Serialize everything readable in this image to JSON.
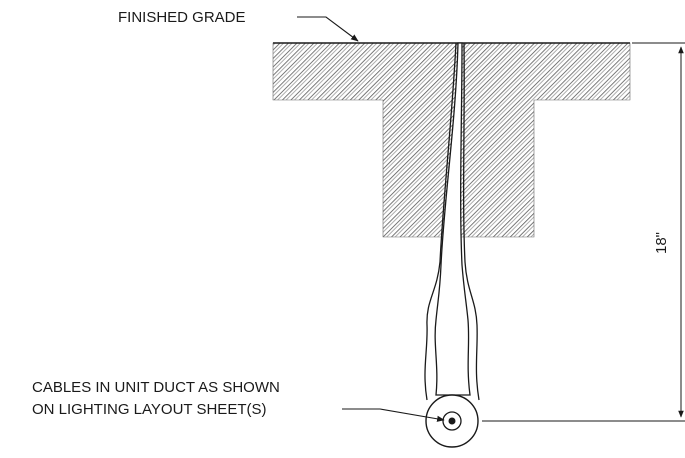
{
  "labels": {
    "finished_grade": "FINISHED GRADE",
    "cable_line1": "CABLES IN UNIT DUCT AS SHOWN",
    "cable_line2": "ON LIGHTING LAYOUT SHEET(S)",
    "depth": "18\""
  },
  "colors": {
    "ink": "#1a1a1a",
    "hatch": "#555555",
    "paper": "#ffffff"
  }
}
